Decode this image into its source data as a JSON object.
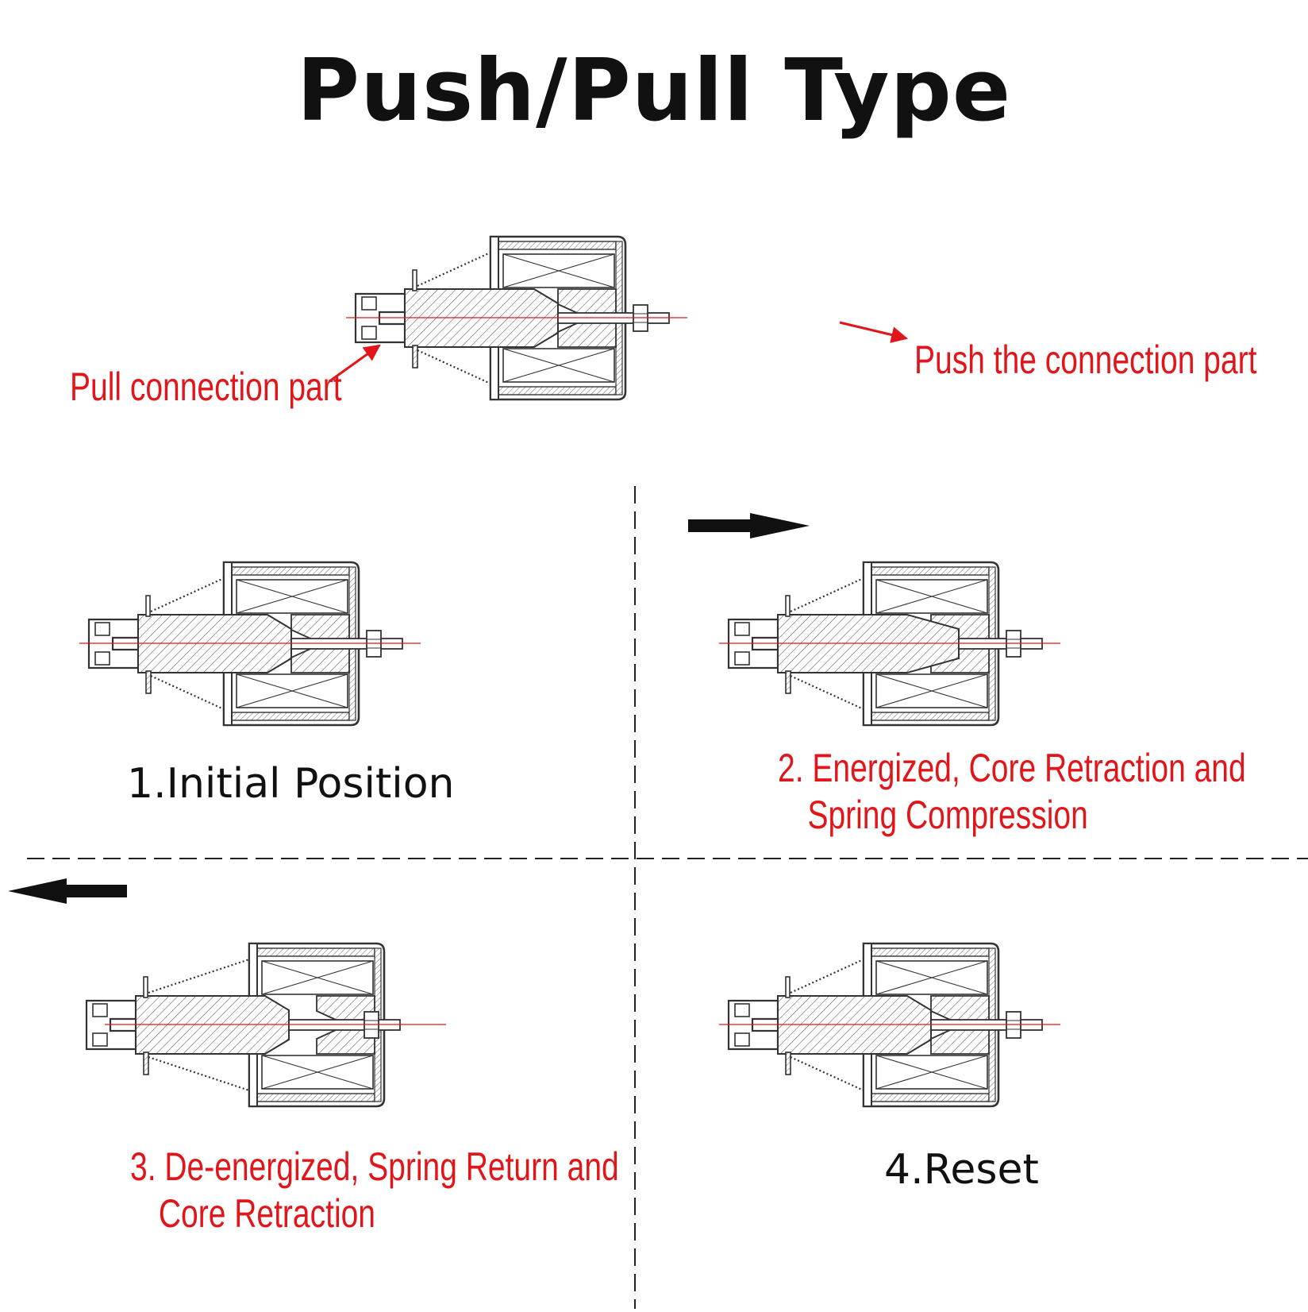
{
  "title": "Push/Pull Type",
  "callouts": {
    "pull": "Pull connection part",
    "push": "Push the connection part"
  },
  "steps": [
    {
      "lines": [
        "1.Initial Position"
      ],
      "color": "#111111"
    },
    {
      "lines": [
        "2. Energized, Core Retraction and",
        "Spring Compression"
      ],
      "color": "#e1161b"
    },
    {
      "lines": [
        "3. De-energized, Spring Return and",
        "Core Retraction"
      ],
      "color": "#e1161b"
    },
    {
      "lines": [
        "4.Reset"
      ],
      "color": "#111111"
    }
  ],
  "colors": {
    "accent": "#e1161b",
    "line": "#333333",
    "arrow": "#111111"
  }
}
